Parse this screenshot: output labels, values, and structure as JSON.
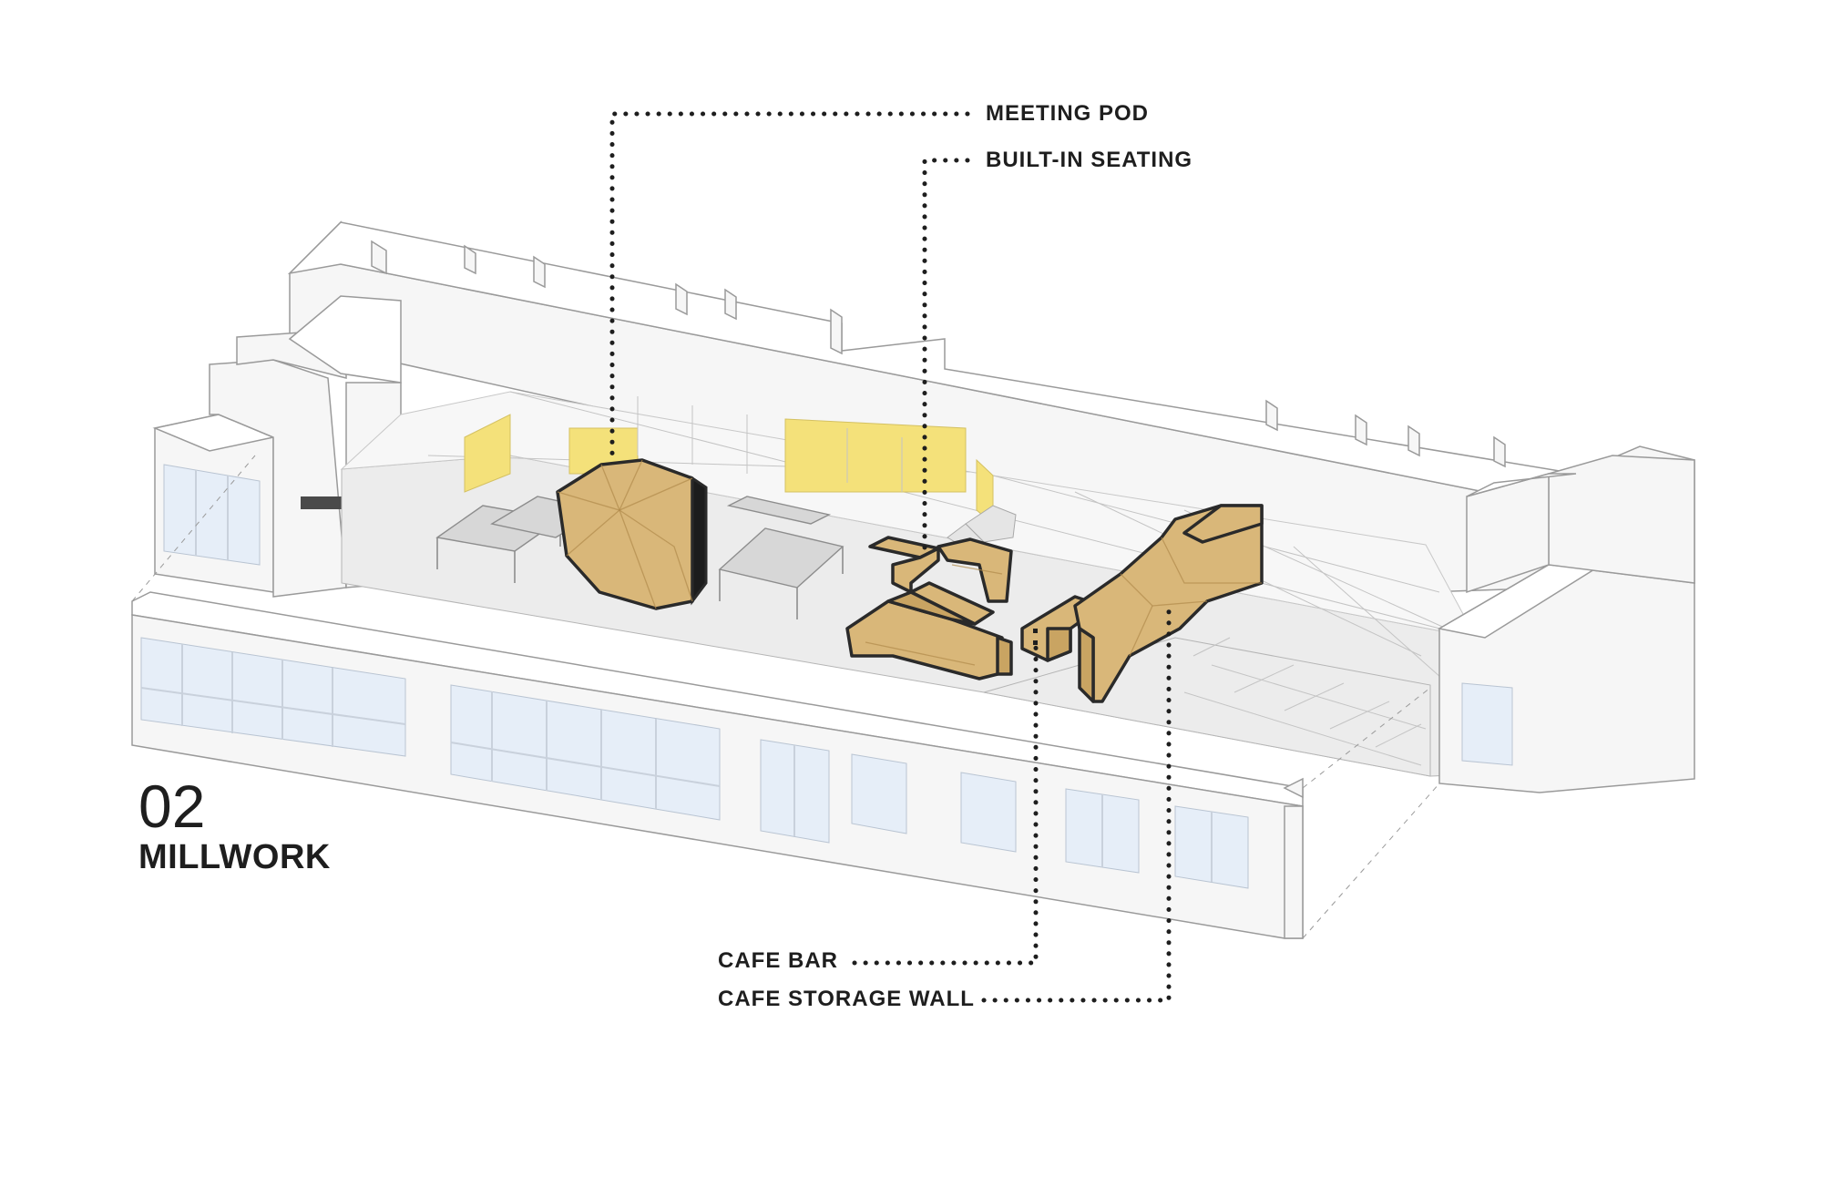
{
  "callouts": {
    "meeting_pod": "MEETING POD",
    "built_in_seating": "BUILT-IN SEATING",
    "cafe_bar": "CAFE BAR",
    "cafe_storage_wall": "CAFE STORAGE WALL"
  },
  "figure": {
    "number": "02",
    "title": "MILLWORK"
  },
  "colors": {
    "millwork_wood": "#d9b779",
    "accent_yellow": "#f4e17a",
    "label_text": "#1e1e1e"
  }
}
